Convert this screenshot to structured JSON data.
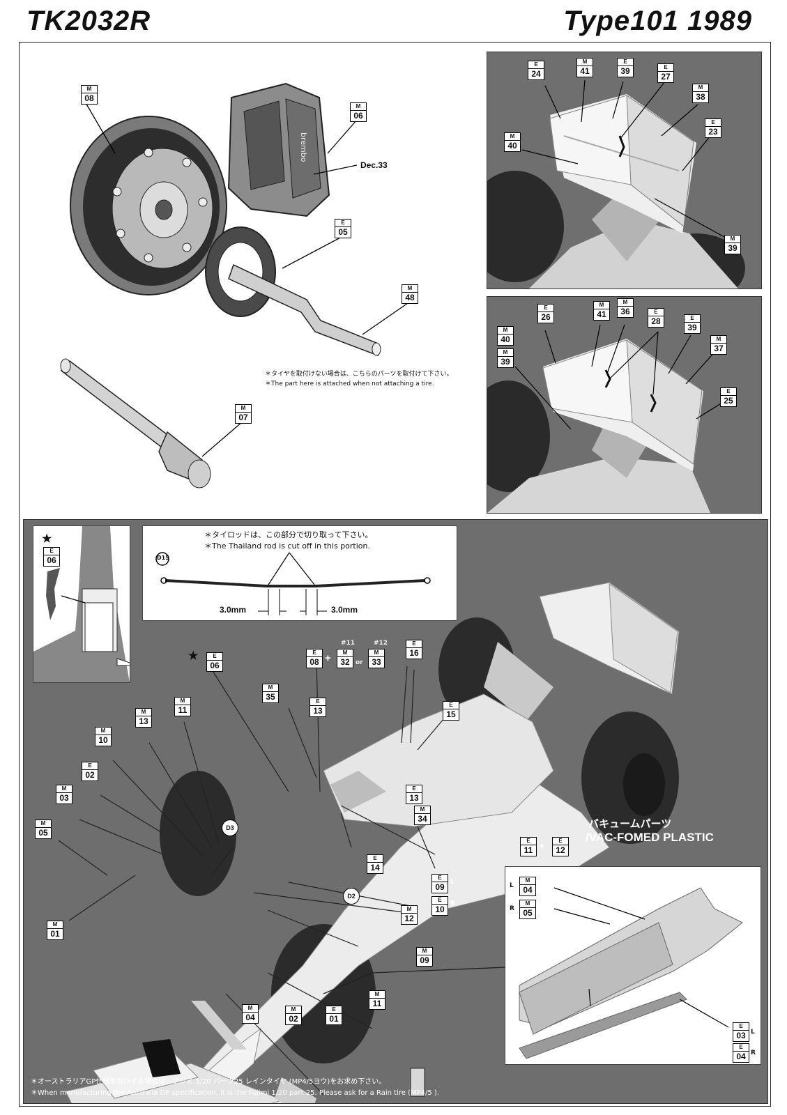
{
  "header": {
    "left_title": "TK2032R",
    "right_title": "Type101 1989"
  },
  "brake": {
    "tags": [
      {
        "s": "M",
        "n": "08"
      },
      {
        "s": "M",
        "n": "06"
      },
      {
        "s": "E",
        "n": "05"
      },
      {
        "s": "M",
        "n": "48"
      },
      {
        "s": "M",
        "n": "07"
      }
    ],
    "decal_label": "Dec.33",
    "caliper_brand": "brembo",
    "note_jp": "＊タイヤを取付けない場合は、こちらのパーツを取付けて下さい。",
    "note_en": "＊The part here is attached when not attaching a tire."
  },
  "wing_top": {
    "tags": [
      {
        "s": "E",
        "n": "24"
      },
      {
        "s": "M",
        "n": "41"
      },
      {
        "s": "E",
        "n": "39"
      },
      {
        "s": "E",
        "n": "27"
      },
      {
        "s": "M",
        "n": "38"
      },
      {
        "s": "E",
        "n": "23"
      },
      {
        "s": "M",
        "n": "40"
      },
      {
        "s": "M",
        "n": "39"
      }
    ]
  },
  "wing_mid": {
    "tags": [
      {
        "s": "E",
        "n": "26"
      },
      {
        "s": "M",
        "n": "41"
      },
      {
        "s": "M",
        "n": "36"
      },
      {
        "s": "E",
        "n": "28"
      },
      {
        "s": "E",
        "n": "39"
      },
      {
        "s": "M",
        "n": "40"
      },
      {
        "s": "M",
        "n": "37"
      },
      {
        "s": "M",
        "n": "39"
      },
      {
        "s": "E",
        "n": "25"
      }
    ]
  },
  "tie_rod": {
    "note_jp": "＊タイロッドは、この部分で切り取って下さい。",
    "note_en": "＊The Thailand rod is cut off in this portion.",
    "part_label": "D15",
    "dim_left": "3.0mm",
    "dim_right": "3.0mm"
  },
  "star_inset": {
    "star": "★",
    "tag": {
      "s": "E",
      "n": "06"
    }
  },
  "main": {
    "star": "★",
    "tags": [
      {
        "s": "E",
        "n": "06"
      },
      {
        "s": "E",
        "n": "08"
      },
      {
        "s": "M",
        "n": "32"
      },
      {
        "s": "M",
        "n": "33"
      },
      {
        "s": "E",
        "n": "16"
      },
      {
        "s": "M",
        "n": "35"
      },
      {
        "s": "E",
        "n": "13"
      },
      {
        "s": "E",
        "n": "15"
      },
      {
        "s": "M",
        "n": "11"
      },
      {
        "s": "M",
        "n": "13"
      },
      {
        "s": "M",
        "n": "10"
      },
      {
        "s": "E",
        "n": "02"
      },
      {
        "s": "M",
        "n": "03"
      },
      {
        "s": "M",
        "n": "05"
      },
      {
        "s": "E",
        "n": "13"
      },
      {
        "s": "M",
        "n": "34"
      },
      {
        "s": "E",
        "n": "11"
      },
      {
        "s": "E",
        "n": "12"
      },
      {
        "s": "E",
        "n": "14"
      },
      {
        "s": "E",
        "n": "09"
      },
      {
        "s": "E",
        "n": "10"
      },
      {
        "s": "M",
        "n": "12"
      },
      {
        "s": "M",
        "n": "09"
      },
      {
        "s": "M",
        "n": "01"
      },
      {
        "s": "M",
        "n": "11"
      },
      {
        "s": "M",
        "n": "04"
      },
      {
        "s": "M",
        "n": "02"
      },
      {
        "s": "E",
        "n": "01"
      }
    ],
    "variant_11": "#11",
    "variant_12": "#12",
    "or_text": "or",
    "plus": "+",
    "vac_jp": "バキュームパーツ",
    "vac_en": "/VAC-FOMED PLASTIC",
    "d3": "D3",
    "d2": "D2",
    "L": "L",
    "R": "R",
    "footer_jp": "＊オーストラリアGP仕様を製作する場合は、フジミ 1/20 パーツ25 レインタイヤ (MP4/5ヨウ)をお求め下さい。",
    "footer_en": "＊When manufacturing the Australia GP specification, it is the Fujimi 1/20 part 25. Please ask for a Rain tire (MP4/5 )."
  },
  "sidepod_inset": {
    "tags": [
      {
        "s": "M",
        "n": "04"
      },
      {
        "s": "M",
        "n": "05"
      },
      {
        "s": "E",
        "n": "03"
      },
      {
        "s": "E",
        "n": "04"
      }
    ],
    "L": "L",
    "R": "R"
  }
}
